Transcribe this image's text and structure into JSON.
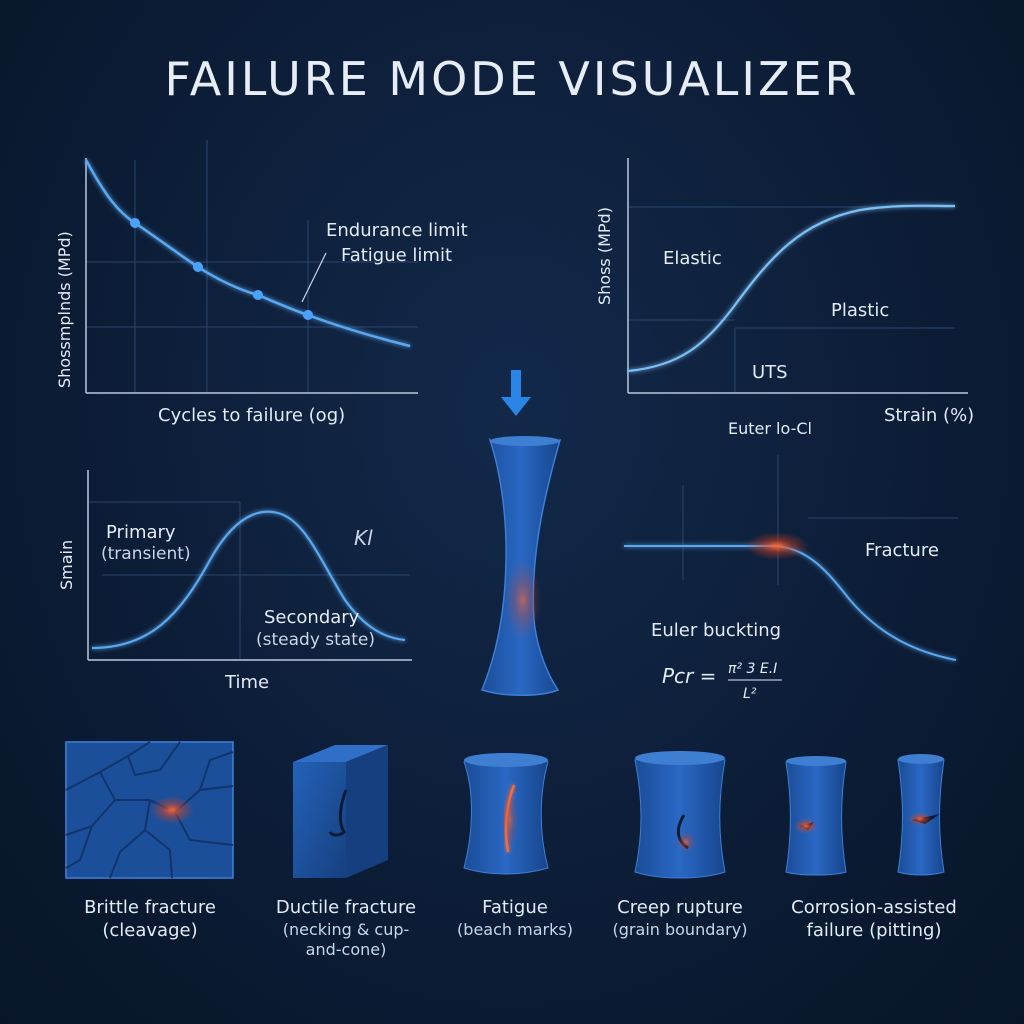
{
  "title": "FAILURE MODE VISUALIZER",
  "colors": {
    "background": "#0c1d37",
    "curve": "#5aa8f0",
    "grid": "#2a466c",
    "axis": "#b8c8de",
    "hotspot": "#ff5a2a",
    "solid": "#1d56a8"
  },
  "sn_chart": {
    "ylabel": "Shossmplnds (MPd)",
    "xlabel": "Cycles to failure (og)",
    "annotation_1": "Endurance limit",
    "annotation_2": "Fatigue limit"
  },
  "stress_strain_chart": {
    "ylabel": "Shoss (MPd)",
    "xlabel": "Strain (%)",
    "label_elastic": "Elastic",
    "label_plastic": "Plastic",
    "label_uts": "UTS",
    "below_label": "Euter lo-Cl"
  },
  "creep_chart": {
    "ylabel": "Smain",
    "xlabel": "Time",
    "primary": "Primary",
    "primary_sub": "(transient)",
    "secondary": "Secondary",
    "secondary_sub": "(steady state)",
    "symbol": "Kl"
  },
  "buckling_chart": {
    "fracture": "Fracture",
    "euler": "Euler buckting",
    "formula_lhs": "Pcr =",
    "formula_num": "π² 3 E.I",
    "formula_den": "L²"
  },
  "modes": [
    {
      "name": "Brittle fracture",
      "sub": "(cleavage)"
    },
    {
      "name": "Ductile fracture",
      "sub": "(necking & cup-and-cone)"
    },
    {
      "name": "Fatigue",
      "sub": "(beach marks)"
    },
    {
      "name": "Creep rupture",
      "sub": "(grain boundary)"
    },
    {
      "name": "Corrosion-assisted",
      "sub": "failure (pitting)"
    }
  ]
}
